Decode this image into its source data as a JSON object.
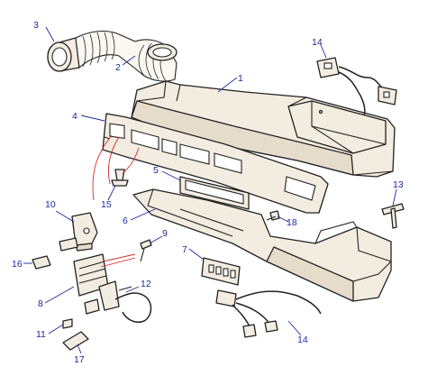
{
  "callouts": [
    {
      "id": "c1",
      "label": "1"
    },
    {
      "id": "c2",
      "label": "2"
    },
    {
      "id": "c3",
      "label": "3"
    },
    {
      "id": "c4",
      "label": "4"
    },
    {
      "id": "c5",
      "label": "5"
    },
    {
      "id": "c6",
      "label": "6"
    },
    {
      "id": "c7",
      "label": "7"
    },
    {
      "id": "c8",
      "label": "8"
    },
    {
      "id": "c9",
      "label": "9"
    },
    {
      "id": "c10",
      "label": "10"
    },
    {
      "id": "c11",
      "label": "11"
    },
    {
      "id": "c12",
      "label": "12"
    },
    {
      "id": "c13",
      "label": "13"
    },
    {
      "id": "c14a",
      "label": "14"
    },
    {
      "id": "c14b",
      "label": "14"
    },
    {
      "id": "c15",
      "label": "15"
    },
    {
      "id": "c16",
      "label": "16"
    },
    {
      "id": "c17",
      "label": "17"
    },
    {
      "id": "c18",
      "label": "18"
    }
  ],
  "colors": {
    "callout": "#1a2a9c",
    "part_fill": "#f3ece0",
    "outline": "#222222",
    "detail_line": "#d42a2a"
  }
}
